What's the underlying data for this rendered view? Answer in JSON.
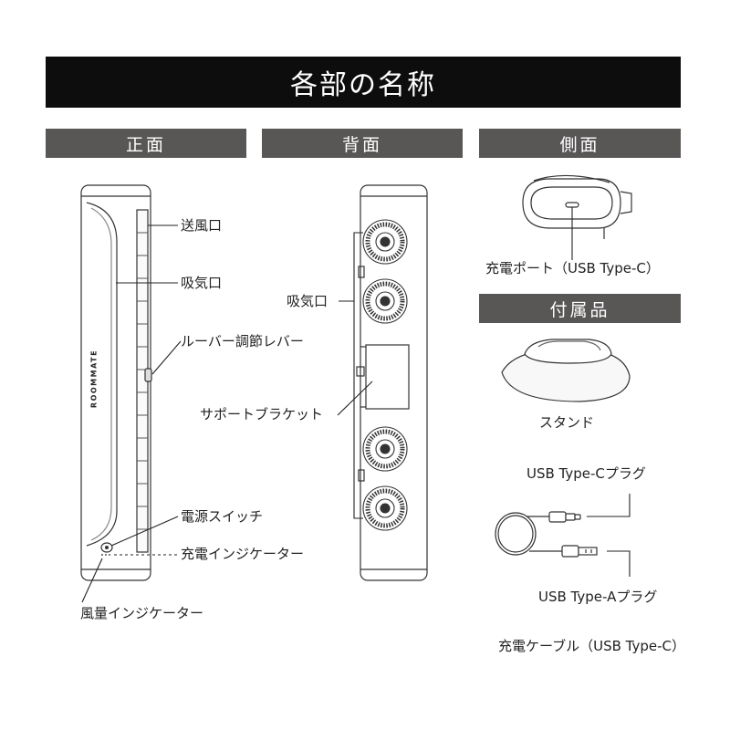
{
  "title": "各部の名称",
  "sections": {
    "front": "正面",
    "back": "背面",
    "side": "側面",
    "accessories": "付属品"
  },
  "brand": "ROOMMATE",
  "front_labels": {
    "outlet": "送風口",
    "intake": "吸気口",
    "louver_lever": "ルーバー調節レバー",
    "power_switch": "電源スイッチ",
    "charge_indicator": "充電インジケーター",
    "airflow_indicator": "風量インジケーター"
  },
  "back_labels": {
    "intake": "吸気口",
    "support_bracket": "サポートブラケット"
  },
  "side_labels": {
    "charge_port": "充電ポート（USB Type-C）"
  },
  "accessory_labels": {
    "stand": "スタンド",
    "usb_c_plug": "USB Type-Cプラグ",
    "usb_a_plug": "USB Type-Aプラグ",
    "cable": "充電ケーブル（USB Type-C）"
  }
}
